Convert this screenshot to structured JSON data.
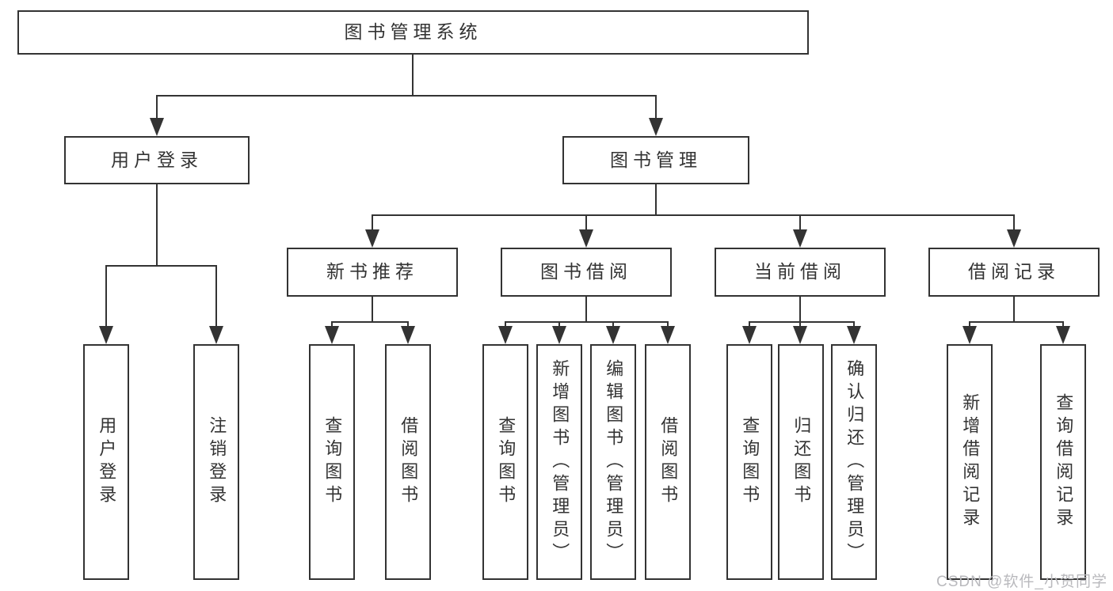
{
  "diagram": {
    "root": "图书管理系统",
    "branches": [
      {
        "label": "用户登录",
        "leaves": [
          "用户登录",
          "注销登录"
        ]
      },
      {
        "label": "图书管理",
        "groups": [
          {
            "label": "新书推荐",
            "leaves": [
              "查询图书",
              "借阅图书"
            ]
          },
          {
            "label": "图书借阅",
            "leaves": [
              "查询图书",
              "新增图书（管理员）",
              "编辑图书（管理员）",
              "借阅图书"
            ]
          },
          {
            "label": "当前借阅",
            "leaves": [
              "查询图书",
              "归还图书",
              "确认归还（管理员）"
            ]
          },
          {
            "label": "借阅记录",
            "leaves": [
              "新增借阅记录",
              "查询借阅记录"
            ]
          }
        ]
      }
    ]
  },
  "colors": {
    "line": "#333333",
    "box_border": "#333333",
    "text": "#333333",
    "watermark": "#b9b9bd",
    "background": "#ffffff"
  },
  "watermark": "CSDN @软件_小贺同学"
}
